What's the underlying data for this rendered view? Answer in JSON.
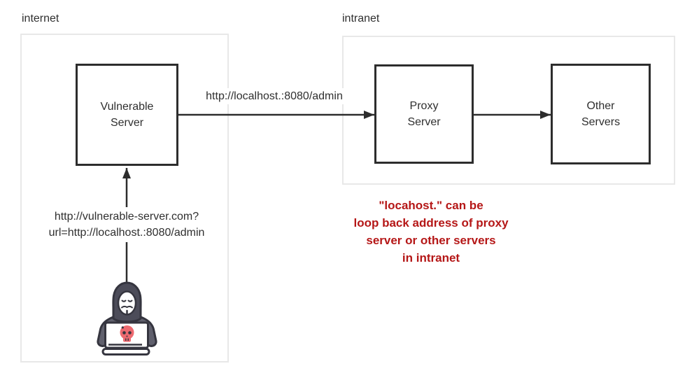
{
  "diagram": {
    "groups": {
      "internet": {
        "label": "internet"
      },
      "intranet": {
        "label": "intranet"
      }
    },
    "nodes": {
      "vulnerable_server": {
        "label": "Vulnerable Server"
      },
      "proxy_server": {
        "label": "Proxy Server"
      },
      "other_servers": {
        "label": "Other Servers"
      }
    },
    "edges": {
      "attacker_request": {
        "from": "hacker",
        "to": "vulnerable_server",
        "label_lines": [
          "http://vulnerable-server.com?",
          "url=http://localhost.:8080/admin"
        ]
      },
      "ssrf_request": {
        "from": "vulnerable_server",
        "to": "proxy_server",
        "label": "http://localhost.:8080/admin"
      },
      "proxy_forward": {
        "from": "proxy_server",
        "to": "other_servers",
        "label": ""
      }
    },
    "annotation": {
      "lines": [
        "\"locahost.\" can be",
        "loop back address of proxy",
        "server or other servers",
        "in intranet"
      ]
    },
    "icons": {
      "hacker": "hooded-hacker-with-laptop-and-skull"
    },
    "colors": {
      "background": "#ffffff",
      "group_border": "#e8e8e8",
      "node_border": "#2d2d2d",
      "edge_stroke": "#2d2d2d",
      "label_text": "#2f2f2f",
      "annotation_text": "#b51717",
      "icon_hood": "#4c4c59",
      "icon_body": "#60606d",
      "icon_outline": "#35353f",
      "icon_skull": "#ed6a70"
    }
  }
}
